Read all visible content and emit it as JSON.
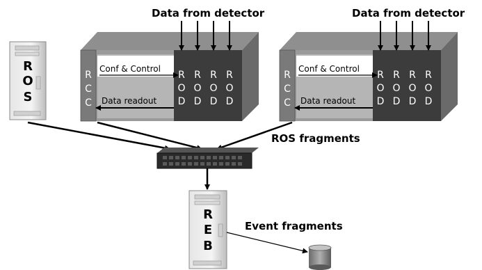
{
  "labels": {
    "data_from_detector": "Data from detector",
    "ros_fragments": "ROS fragments",
    "event_fragments": "Event fragments",
    "conf_control": "Conf & Control",
    "data_readout": "Data readout"
  },
  "ros_pc": {
    "letters": [
      "R",
      "O",
      "S"
    ]
  },
  "reb_pc": {
    "letters": [
      "R",
      "E",
      "B"
    ]
  },
  "crate": {
    "rcc_letters": [
      "R",
      "C",
      "C"
    ],
    "rod_letters": [
      "R",
      "O",
      "D"
    ],
    "rod_count": 4
  },
  "colors": {
    "crate_top": "#8f8f8f",
    "crate_side": "#6a6a6a",
    "rod_panel": "#3c3c3c",
    "rcc_panel": "#7a7a7a",
    "inner": "#b5b5b5",
    "switch": "#2a2a2a",
    "disk": "#8a8a8a"
  }
}
